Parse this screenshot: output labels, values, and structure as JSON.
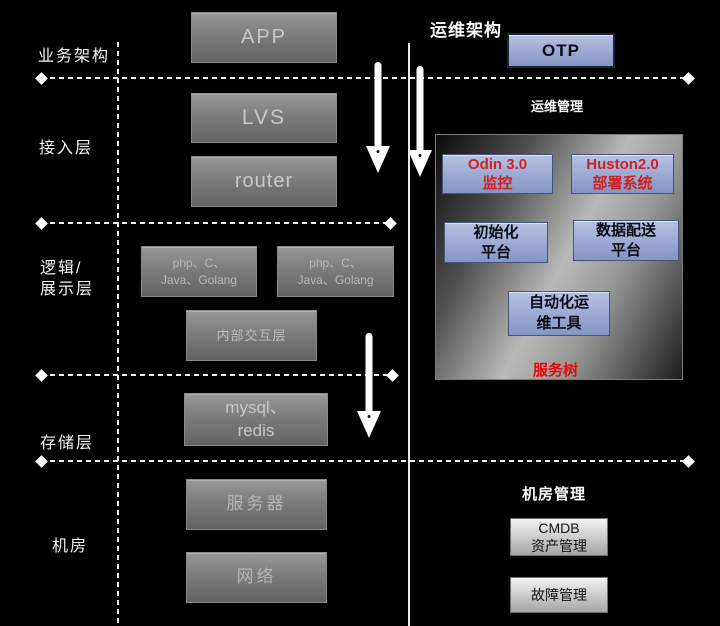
{
  "left_column": {
    "layers": {
      "business": "业务架构",
      "access": "接入层",
      "logic_line1": "逻辑/",
      "logic_line2": "展示层",
      "storage": "存储层",
      "datacenter": "机房"
    },
    "boxes": {
      "app": "APP",
      "lvs": "LVS",
      "router": "router",
      "php_left_line1": "php、C、",
      "php_left_line2": "Java、Golang",
      "php_right_line1": "php、C、",
      "php_right_line2": "Java、Golang",
      "internal": "内部交互层",
      "storage_line1": "mysql、",
      "storage_line2": "redis",
      "server": "服务器",
      "network": "网络"
    }
  },
  "right_column": {
    "title": "运维架构",
    "otp": "OTP",
    "ops_mgmt_label": "运维管理",
    "panel": {
      "odin_line1": "Odin 3.0",
      "odin_line2": "监控",
      "huston_line1": "Huston2.0",
      "huston_line2": "部署系统",
      "init_line1": "初始化",
      "init_line2": "平台",
      "delivery_line1": "数据配送",
      "delivery_line2": "平台",
      "auto_line1": "自动化运",
      "auto_line2": "维工具",
      "service_tree": "服务树"
    },
    "dc_mgmt_label": "机房管理",
    "cmdb_line1": "CMDB",
    "cmdb_line2": "资产管理",
    "fault": "故障管理"
  },
  "colors": {
    "background": "#000000",
    "gray_box_top": "#989898",
    "gray_box_bottom": "#636363",
    "gray_box_text": "#c8c8c8",
    "blue_box": "#9dabd4",
    "red_accent": "#cf2222",
    "silver_box_top": "#f2f2f2",
    "silver_box_bottom": "#a5a5a5",
    "line_color": "#f2f2f2"
  }
}
